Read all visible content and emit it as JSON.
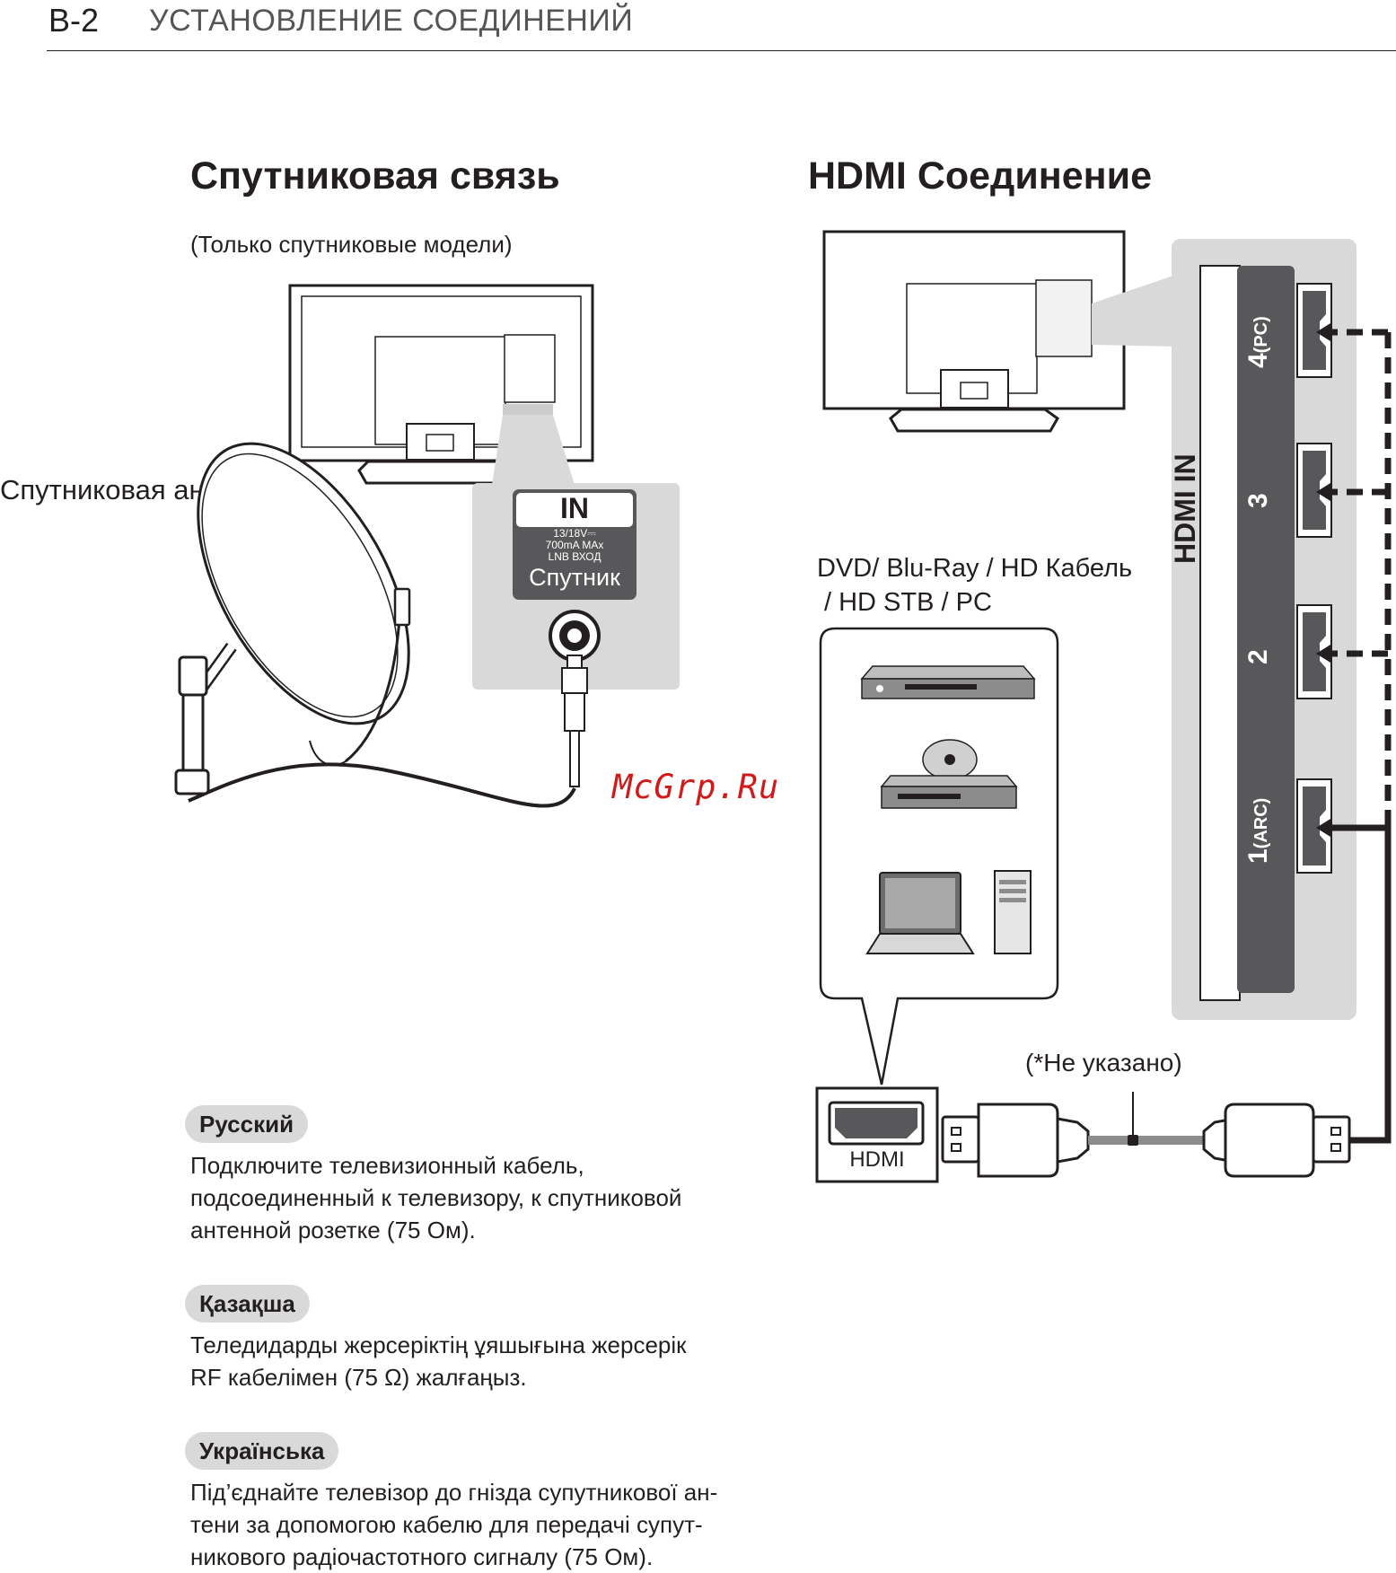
{
  "header": {
    "page_number": "В-2",
    "title": "УСТАНОВЛЕНИЕ СОЕДИНЕНИЙ"
  },
  "satellite": {
    "title": "Спутниковая связь",
    "subtitle": "(Только спутниковые модели)",
    "antenna_label": "Спутниковая антенна",
    "panel": {
      "in_label": "IN",
      "spec_line1": "13/18V⎓",
      "spec_line2": "700mA MAx",
      "spec_line3": "LNB ВХОД",
      "port_name": "Спутник"
    }
  },
  "hdmi": {
    "title": "HDMI Соединение",
    "devices_label_line1": "DVD/ Blu-Ray / HD Кабель",
    "devices_label_line2": "/ HD STB / PC",
    "panel_label": "HDMI IN",
    "ports": [
      {
        "num": "4",
        "tag": "(PC)"
      },
      {
        "num": "3",
        "tag": ""
      },
      {
        "num": "2",
        "tag": ""
      },
      {
        "num": "1",
        "tag": "(ARC)"
      }
    ],
    "device_port_label": "HDMI",
    "cable_note": "(*Не указано)"
  },
  "watermark": "McGrp.Ru",
  "languages": [
    {
      "name": "Русский",
      "lines": [
        "Подключите телевизионный кабель,",
        "подсоединенный к телевизору, к спутниковой",
        "антенной розетке (75 Ом)."
      ]
    },
    {
      "name": "Қазақша",
      "lines": [
        "Теледидарды жерсеріктің ұяшығына жерсерік",
        "RF кабелімен (75 Ω) жалғаңыз."
      ]
    },
    {
      "name": "Українська",
      "lines": [
        "Під’єднайте телевізор до гнізда супутникової ан-",
        "тени за допомогою кабелю для передачі супут-",
        "никового радіочастотного сигналу (75 Ом)."
      ]
    }
  ]
}
